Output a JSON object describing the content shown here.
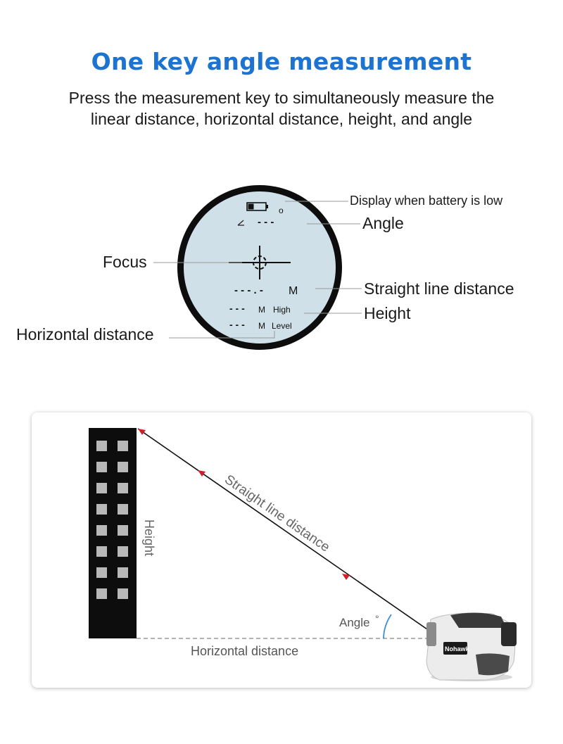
{
  "header": {
    "title": "One key angle measurement",
    "subtitle_line1": "Press the measurement key to simultaneously measure the",
    "subtitle_line2": "linear distance, horizontal distance, height, and angle"
  },
  "display": {
    "callouts": {
      "battery": "Display when battery is low",
      "angle": "Angle",
      "focus": "Focus",
      "straight": "Straight line distance",
      "height": "Height",
      "horizontal": "Horizontal distance"
    },
    "readouts": {
      "angle_value": "- - -",
      "degree_symbol": "o",
      "distance_value": "- - - . -",
      "distance_unit": "M",
      "height_value": "- - -",
      "height_unit": "M",
      "height_tag": "High",
      "level_value": "- - -",
      "level_unit": "M",
      "level_tag": "Level"
    }
  },
  "scene": {
    "straight_label": "Straight line distance",
    "height_label": "Height",
    "horizontal_label": "Horizontal distance",
    "angle_label": "Angle",
    "angle_degree": "°",
    "brand": "Nohawk"
  },
  "colors": {
    "title": "#1c73d2",
    "lens_fill": "#cfe0e8",
    "arrow": "#d11f2a",
    "angle_arc": "#3a8fd6"
  }
}
